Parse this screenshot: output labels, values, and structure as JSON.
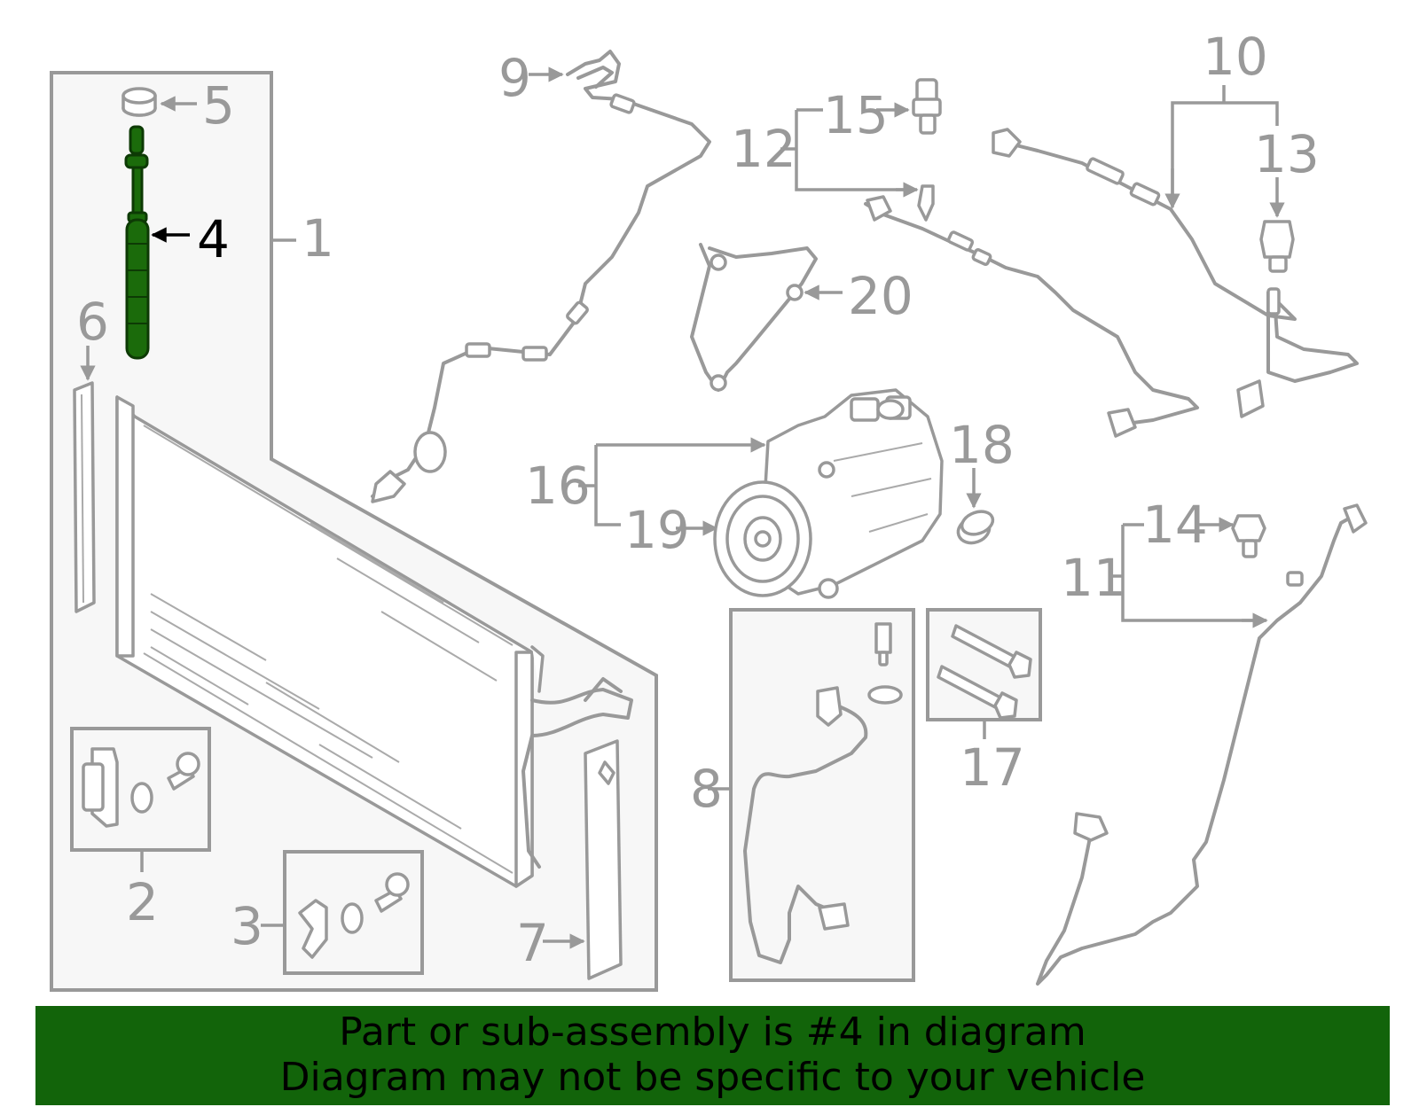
{
  "highlight_color": "#1b6b0b",
  "banner_color": "#12640a",
  "highlighted_part": "4",
  "callouts": {
    "c1": "1",
    "c2": "2",
    "c3": "3",
    "c4": "4",
    "c5": "5",
    "c6": "6",
    "c7": "7",
    "c8": "8",
    "c9": "9",
    "c10": "10",
    "c11": "11",
    "c12": "12",
    "c13": "13",
    "c14": "14",
    "c15": "15",
    "c16": "16",
    "c17": "17",
    "c18": "18",
    "c19": "19",
    "c20": "20"
  },
  "banner": {
    "line1": "Part or sub-assembly is #4 in diagram",
    "line2": "Diagram may not be specific to your vehicle"
  }
}
